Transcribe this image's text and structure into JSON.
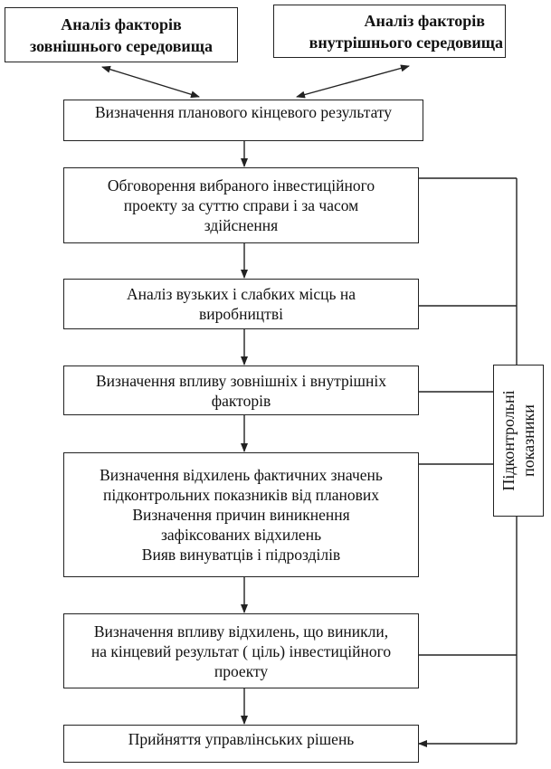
{
  "diagram": {
    "top_boxes": [
      {
        "lines": [
          "Аналіз факторів",
          "зовнішнього середовища"
        ]
      },
      {
        "lines": [
          "Аналіз факторів",
          "внутрішнього середовища"
        ]
      }
    ],
    "steps": [
      {
        "lines": [
          "Визначення планового кінцевого результату"
        ]
      },
      {
        "lines": [
          "Обговорення вибраного інвестиційного",
          "проекту за суттю справи і за часом",
          "здійснення"
        ]
      },
      {
        "lines": [
          "Аналіз вузьких і слабких місць  на",
          "виробництві"
        ]
      },
      {
        "lines": [
          "Визначення впливу зовнішніх і внутрішніх",
          "факторів"
        ]
      },
      {
        "lines": [
          "Визначення відхилень фактичних  значень",
          "підконтрольних показників від планових",
          "Визначення причин виникнення",
          "зафіксованих відхилень",
          "Вияв винуватців і підрозділів"
        ]
      },
      {
        "lines": [
          "Визначення впливу відхилень, що виникли,",
          "на кінцевий результат ( ціль) інвестиційного",
          "проекту"
        ]
      },
      {
        "lines": [
          "Прийняття управлінських рішень"
        ]
      }
    ],
    "side_box": {
      "lines": [
        "Підконтрольні",
        "показники"
      ]
    },
    "line_color": "#222222"
  }
}
